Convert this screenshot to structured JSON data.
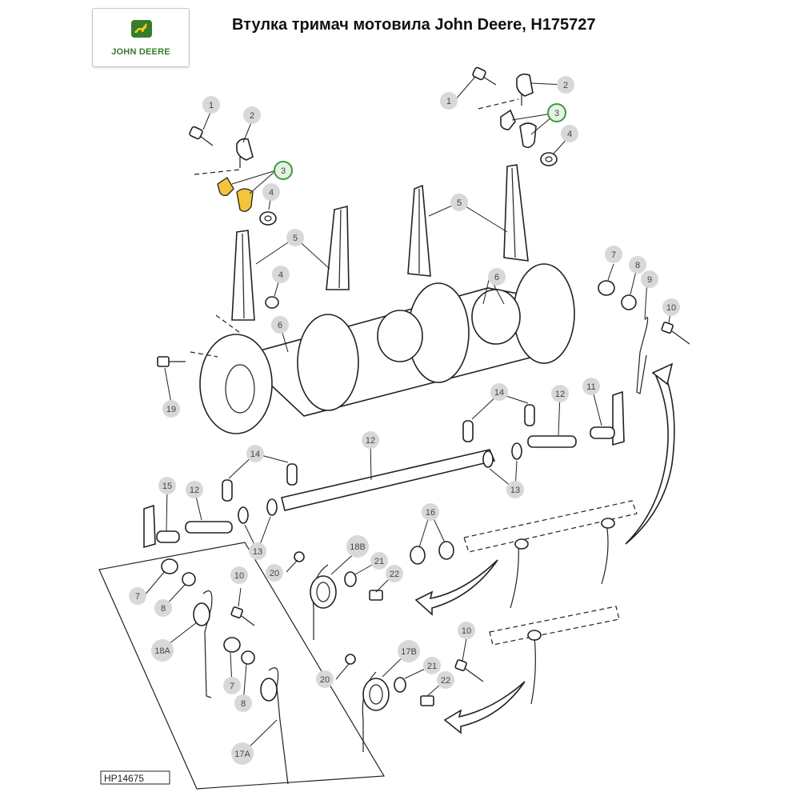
{
  "header": {
    "title": "Втулка тримач мотовила John Deere, H175727",
    "logo_text": "JOHN DEERE",
    "brand_color": "#367c2b"
  },
  "diagram": {
    "reference_code": "HP14675",
    "callouts": [
      "1",
      "2",
      "3",
      "4",
      "5",
      "6",
      "7",
      "8",
      "9",
      "10",
      "11",
      "12",
      "13",
      "14",
      "15",
      "16",
      "17A",
      "17B",
      "18A",
      "18B",
      "19",
      "20",
      "21",
      "22"
    ],
    "highlighted_part": "3",
    "highlight_color": "#f2c53d"
  }
}
